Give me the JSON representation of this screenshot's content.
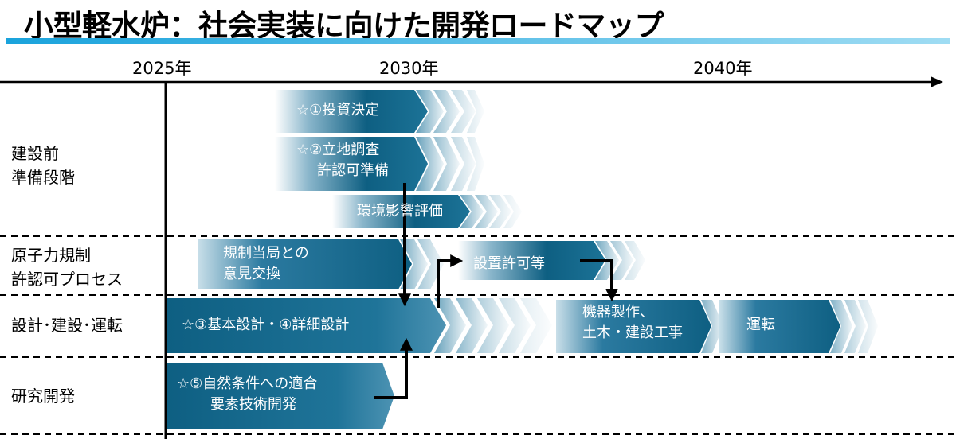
{
  "title": "小型軽水炉：社会実装に向けた開発ロードマップ",
  "timeline": {
    "years": [
      "2025年",
      "2030年",
      "2040年"
    ]
  },
  "rows": [
    {
      "label_lines": [
        "建設前",
        "準備段階"
      ]
    },
    {
      "label_lines": [
        "原子力規制",
        "許認可プロセス"
      ]
    },
    {
      "label_lines": [
        "設計･建設･運転"
      ]
    },
    {
      "label_lines": [
        "研究開発"
      ]
    }
  ],
  "bars": [
    {
      "id": "investment",
      "lines": [
        "☆①投資決定"
      ]
    },
    {
      "id": "siting",
      "lines": [
        "☆②立地調査",
        "許認可準備"
      ]
    },
    {
      "id": "eia",
      "lines": [
        "環境影響評価"
      ]
    },
    {
      "id": "regulator",
      "lines": [
        "規制当局との",
        "意見交換"
      ]
    },
    {
      "id": "permit",
      "lines": [
        "設置許可等"
      ]
    },
    {
      "id": "design",
      "lines": [
        "☆③基本設計・④詳細設計"
      ]
    },
    {
      "id": "manufacture",
      "lines": [
        "機器製作、",
        "土木・建設工事"
      ]
    },
    {
      "id": "operation",
      "lines": [
        "運転"
      ]
    },
    {
      "id": "rnd",
      "lines": [
        "☆⑤自然条件への適合",
        "要素技術開発"
      ]
    }
  ],
  "colors": {
    "bar_dark": "#0e5f82",
    "bar_light": "#ffffff",
    "title_underline": "#1aa3dc"
  }
}
